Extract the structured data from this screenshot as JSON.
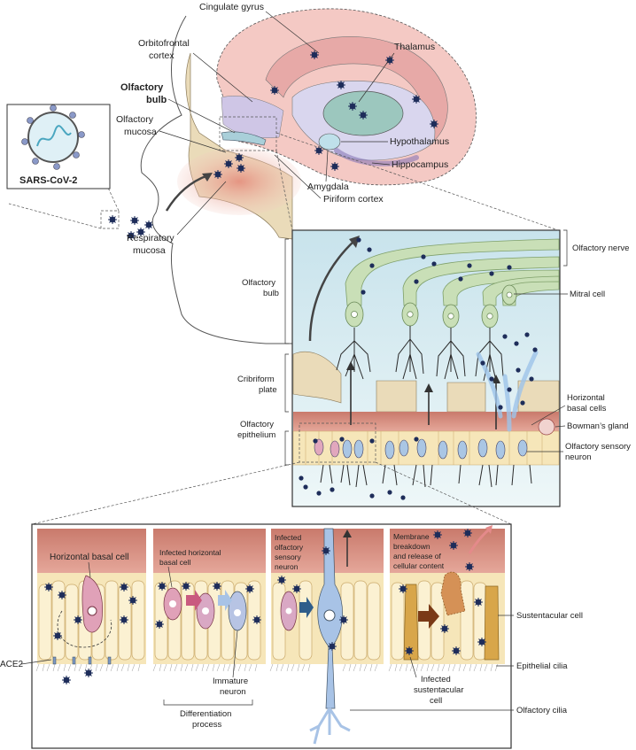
{
  "virus_box": {
    "label": "SARS-CoV-2"
  },
  "head_labels": {
    "cingulate": "Cingulate gyrus",
    "orbitofrontal_1": "Orbitofrontal",
    "orbitofrontal_2": "cortex",
    "olfactory_bulb_1": "Olfactory",
    "olfactory_bulb_2": "bulb",
    "olfactory_mucosa_1": "Olfactory",
    "olfactory_mucosa_2": "mucosa",
    "thalamus": "Thalamus",
    "hypothalamus": "Hypothalamus",
    "hippocampus": "Hippocampus",
    "amygdala": "Amygdala",
    "piriform": "Piriform cortex",
    "respiratory_1": "Respiratory",
    "respiratory_2": "mucosa"
  },
  "panel_labels": {
    "olfactory_nerve": "Olfactory nerve",
    "mitral": "Mitral cell",
    "bulb_1": "Olfactory",
    "bulb_2": "bulb",
    "cribriform_1": "Cribriform",
    "cribriform_2": "plate",
    "hbc_1": "Horizontal",
    "hbc_2": "basal cells",
    "bowman": "Bowman’s gland",
    "epithelium_1": "Olfactory",
    "epithelium_2": "epithelium",
    "osn_1": "Olfactory sensory",
    "osn_2": "neuron"
  },
  "bottom_labels": {
    "hbc": "Horizontal basal cell",
    "ace2": "ACE2",
    "infected_hbc_1": "Infected horizontal",
    "infected_hbc_2": "basal cell",
    "immature_1": "Immature",
    "immature_2": "neuron",
    "diff_1": "Differentiation",
    "diff_2": "process",
    "infected_osn_1": "Infected",
    "infected_osn_2": "olfactory",
    "infected_osn_3": "sensory",
    "infected_osn_4": "neuron",
    "membrane_1": "Membrane",
    "membrane_2": "breakdown",
    "membrane_3": "and release of",
    "membrane_4": "cellular content",
    "sustentacular": "Sustentacular cell",
    "epithelial_cilia": "Epithelial cilia",
    "infected_sus_1": "Infected",
    "infected_sus_2": "sustentacular",
    "infected_sus_3": "cell",
    "olfactory_cilia": "Olfactory cilia"
  },
  "colors": {
    "brain": "#f4c9c4",
    "brain_inner": "#e7a9a7",
    "thalamus": "#9cc7be",
    "limbic": "#d9d6ee",
    "skin": "#eadbb9",
    "mucosa": "#e8a48f",
    "neuron_green": "#c9dfb7",
    "epithelium": "#f6e6b9",
    "virus": "#1e2d5a",
    "tissue_top": "#d98f80"
  }
}
